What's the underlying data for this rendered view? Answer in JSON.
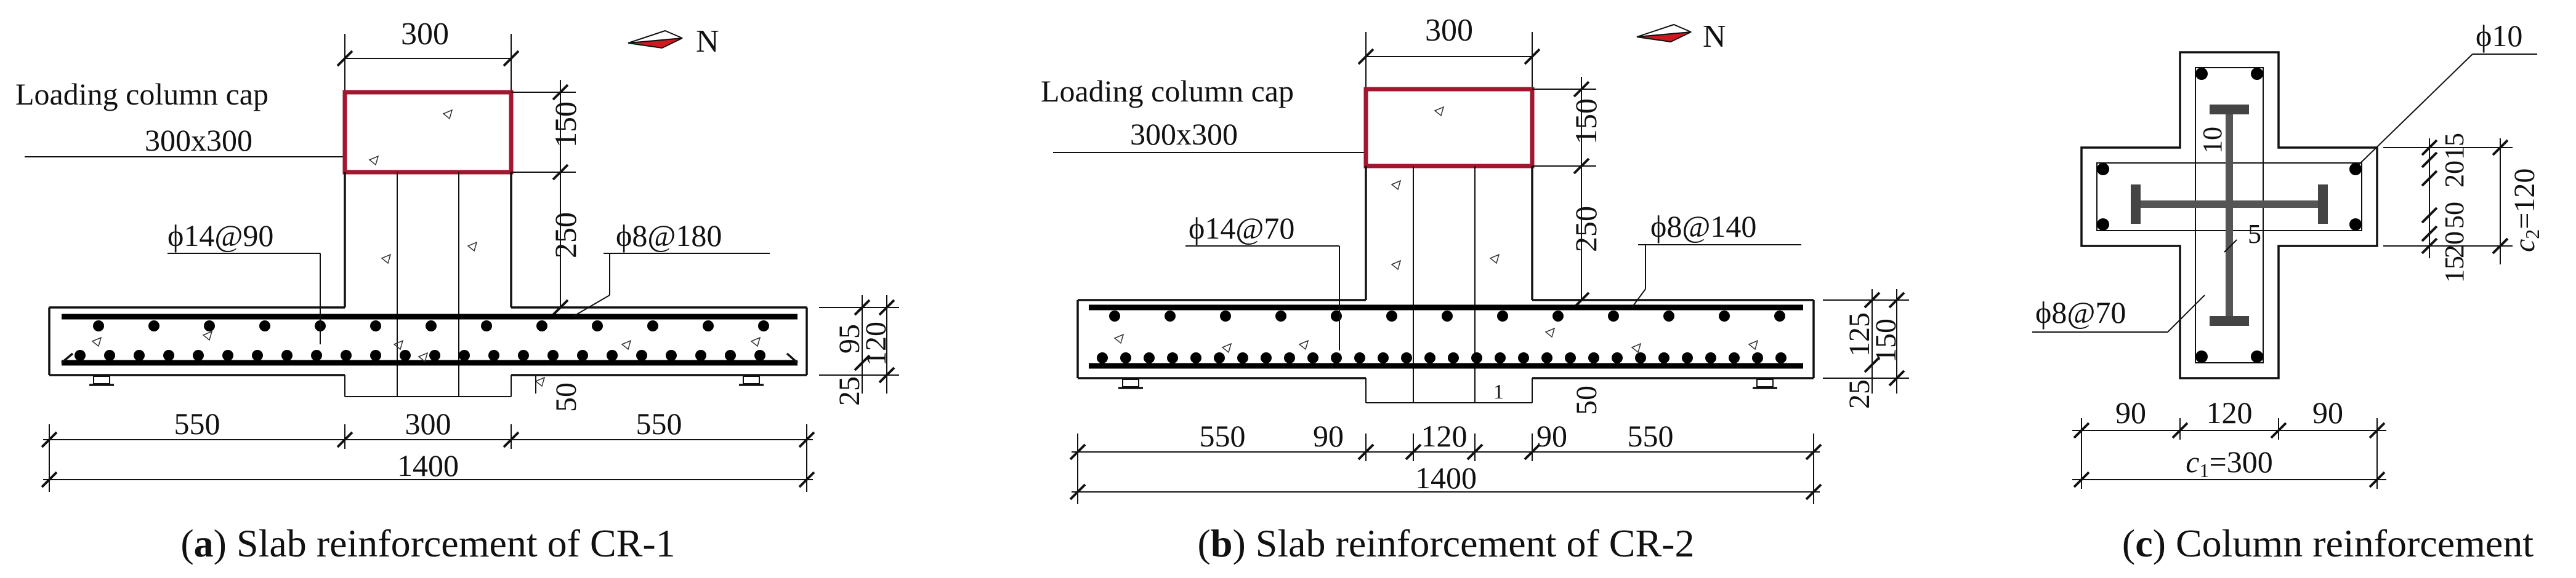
{
  "north_label": "N",
  "panel_a": {
    "caption_letter": "a",
    "caption_text": "Slab reinforcement of CR-1",
    "cap_label_line1": "Loading column cap",
    "cap_label_line2": "300x300",
    "top_width": "300",
    "dim_150": "150",
    "dim_250": "250",
    "rebar_bottom": "ϕ14@90",
    "rebar_top": "ϕ8@180",
    "dim_95": "95",
    "dim_120": "120",
    "dim_25": "25",
    "dim_50": "50",
    "dim_550_left": "550",
    "dim_300": "300",
    "dim_550_right": "550",
    "dim_total": "1400"
  },
  "panel_b": {
    "caption_letter": "b",
    "caption_text": "Slab reinforcement of CR-2",
    "cap_label_line1": "Loading column cap",
    "cap_label_line2": "300x300",
    "top_width": "300",
    "dim_150": "150",
    "dim_250": "250",
    "rebar_bottom": "ϕ14@70",
    "rebar_top": "ϕ8@140",
    "dim_125": "125",
    "dim_150_right": "150",
    "dim_25": "25",
    "dim_50": "50",
    "dim_1": "1",
    "dim_550_left": "550",
    "dim_90_left": "90",
    "dim_120": "120",
    "dim_90_right": "90",
    "dim_550_right": "550",
    "dim_total": "1400"
  },
  "panel_c": {
    "caption_letter": "c",
    "caption_text": "Column reinforcement",
    "phi10": "ϕ10",
    "phi8": "ϕ8@70",
    "dim_10": "10",
    "dim_5": "5",
    "dim_90_left": "90",
    "dim_120": "120",
    "dim_90_right": "90",
    "c1_symbol": "c",
    "c1_sub": "1",
    "c1_value": "=300",
    "c2_symbol": "c",
    "c2_sub": "2",
    "c2_value": "=120",
    "right_dims": [
      "15",
      "20",
      "50",
      "20",
      "15"
    ]
  },
  "colors": {
    "cap_outline": "#a3162f",
    "north_arrow": "#d0191f",
    "line": "#111111"
  }
}
